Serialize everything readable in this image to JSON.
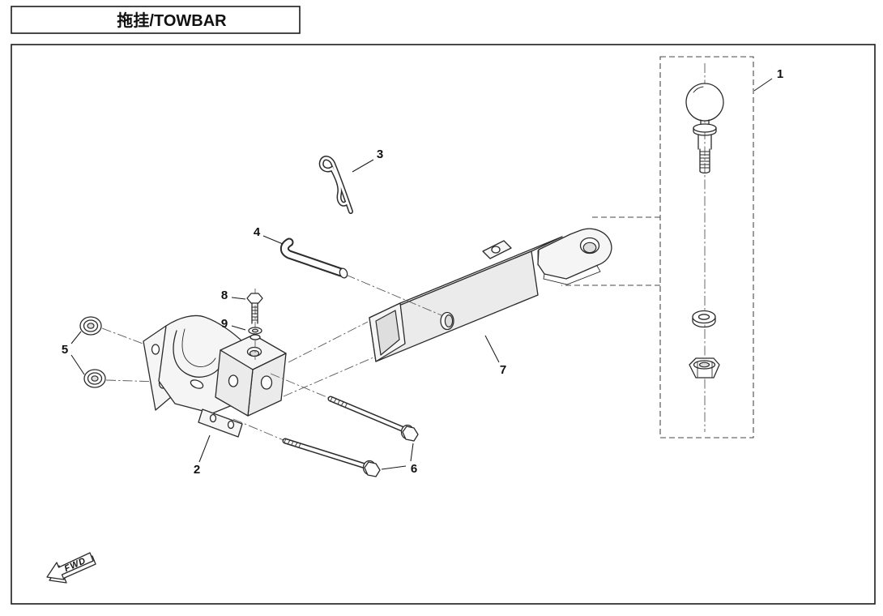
{
  "title": "拖挂/TOWBAR",
  "fwd_label": "FWD",
  "callouts": [
    {
      "num": "1",
      "part": "tow-ball-kit"
    },
    {
      "num": "2",
      "part": "hitch-bracket"
    },
    {
      "num": "3",
      "part": "r-clip"
    },
    {
      "num": "4",
      "part": "hitch-pin"
    },
    {
      "num": "5",
      "part": "flange-nuts"
    },
    {
      "num": "6",
      "part": "hex-bolts"
    },
    {
      "num": "7",
      "part": "towbar-tube"
    },
    {
      "num": "8",
      "part": "small-bolt"
    },
    {
      "num": "9",
      "part": "washer"
    }
  ]
}
